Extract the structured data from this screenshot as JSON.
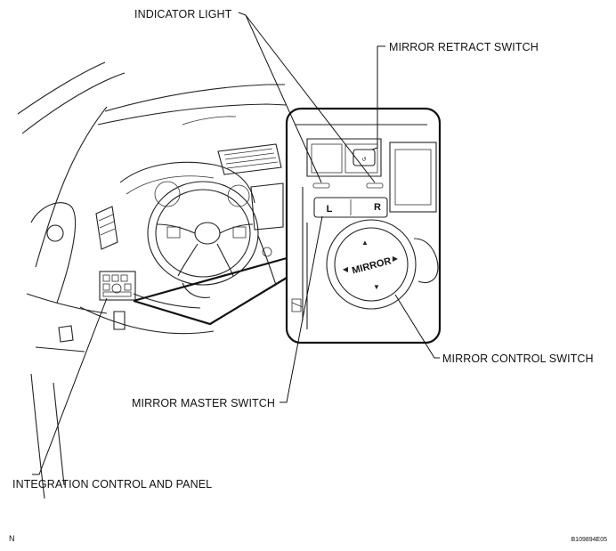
{
  "labels": {
    "indicator_light": "INDICATOR LIGHT",
    "mirror_retract_switch": "MIRROR RETRACT SWITCH",
    "mirror_control_switch": "MIRROR CONTROL SWITCH",
    "mirror_master_switch": "MIRROR MASTER SWITCH",
    "integration_control_and_panel": "INTEGRATION CONTROL AND PANEL"
  },
  "switch_text": {
    "left": "L",
    "right": "R",
    "mirror": "MIRROR"
  },
  "corner": {
    "left_mark": "N",
    "figure_code": "B109894E05"
  },
  "icons": [
    "retract-symbol-icon",
    "arrow-up-icon",
    "arrow-down-icon",
    "arrow-left-icon",
    "arrow-right-icon"
  ]
}
